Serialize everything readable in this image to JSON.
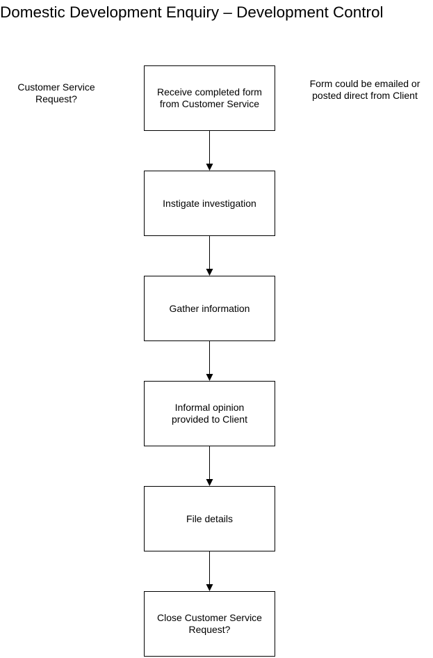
{
  "title": "Domestic Development Enquiry – Development Control",
  "annotations": {
    "left": "Customer Service\nRequest?",
    "right": "Form could be emailed or\nposted direct from Client"
  },
  "steps": [
    {
      "label": "Receive completed form\nfrom Customer Service"
    },
    {
      "label": "Instigate investigation"
    },
    {
      "label": "Gather information"
    },
    {
      "label": "Informal opinion\nprovided to Client"
    },
    {
      "label": "File details"
    },
    {
      "label": "Close Customer Service\nRequest?"
    }
  ],
  "colors": {
    "stroke": "#000000",
    "box_fill": "#ffffff",
    "text": "#000000"
  }
}
